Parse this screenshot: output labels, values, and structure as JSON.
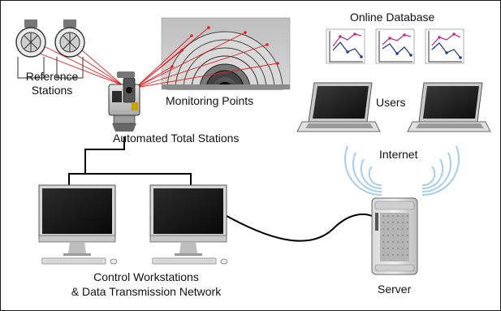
{
  "labels": {
    "online_database": "Online Database",
    "reference_stations_line1": "Reference",
    "reference_stations_line2": "Stations",
    "monitoring_points": "Monitoring Points",
    "users": "Users",
    "automated_total_stations": "Automated Total Stations",
    "internet": "Internet",
    "control_workstations_line1": "Control Workstations",
    "control_workstations_line2": "& Data Transmission Network",
    "server": "Server"
  },
  "colors": {
    "sight_line": "#e02020",
    "network_cable": "#000000",
    "wifi_arc": "#a8cde8",
    "series_upper": "#b9308e",
    "series_lower": "#2a3a8c",
    "tunnel_ring": "#333333",
    "monitor_screen": "#111111"
  },
  "icons": {
    "reference_prism": "prism-icon",
    "total_station": "total-station-icon",
    "tunnel": "tunnel-icon",
    "chart": "line-chart-icon",
    "laptop": "laptop-icon",
    "monitor": "monitor-icon",
    "server": "server-tower-icon",
    "keyboard": "keyboard-icon",
    "mouse": "mouse-icon",
    "wifi": "wifi-signal-icon"
  }
}
